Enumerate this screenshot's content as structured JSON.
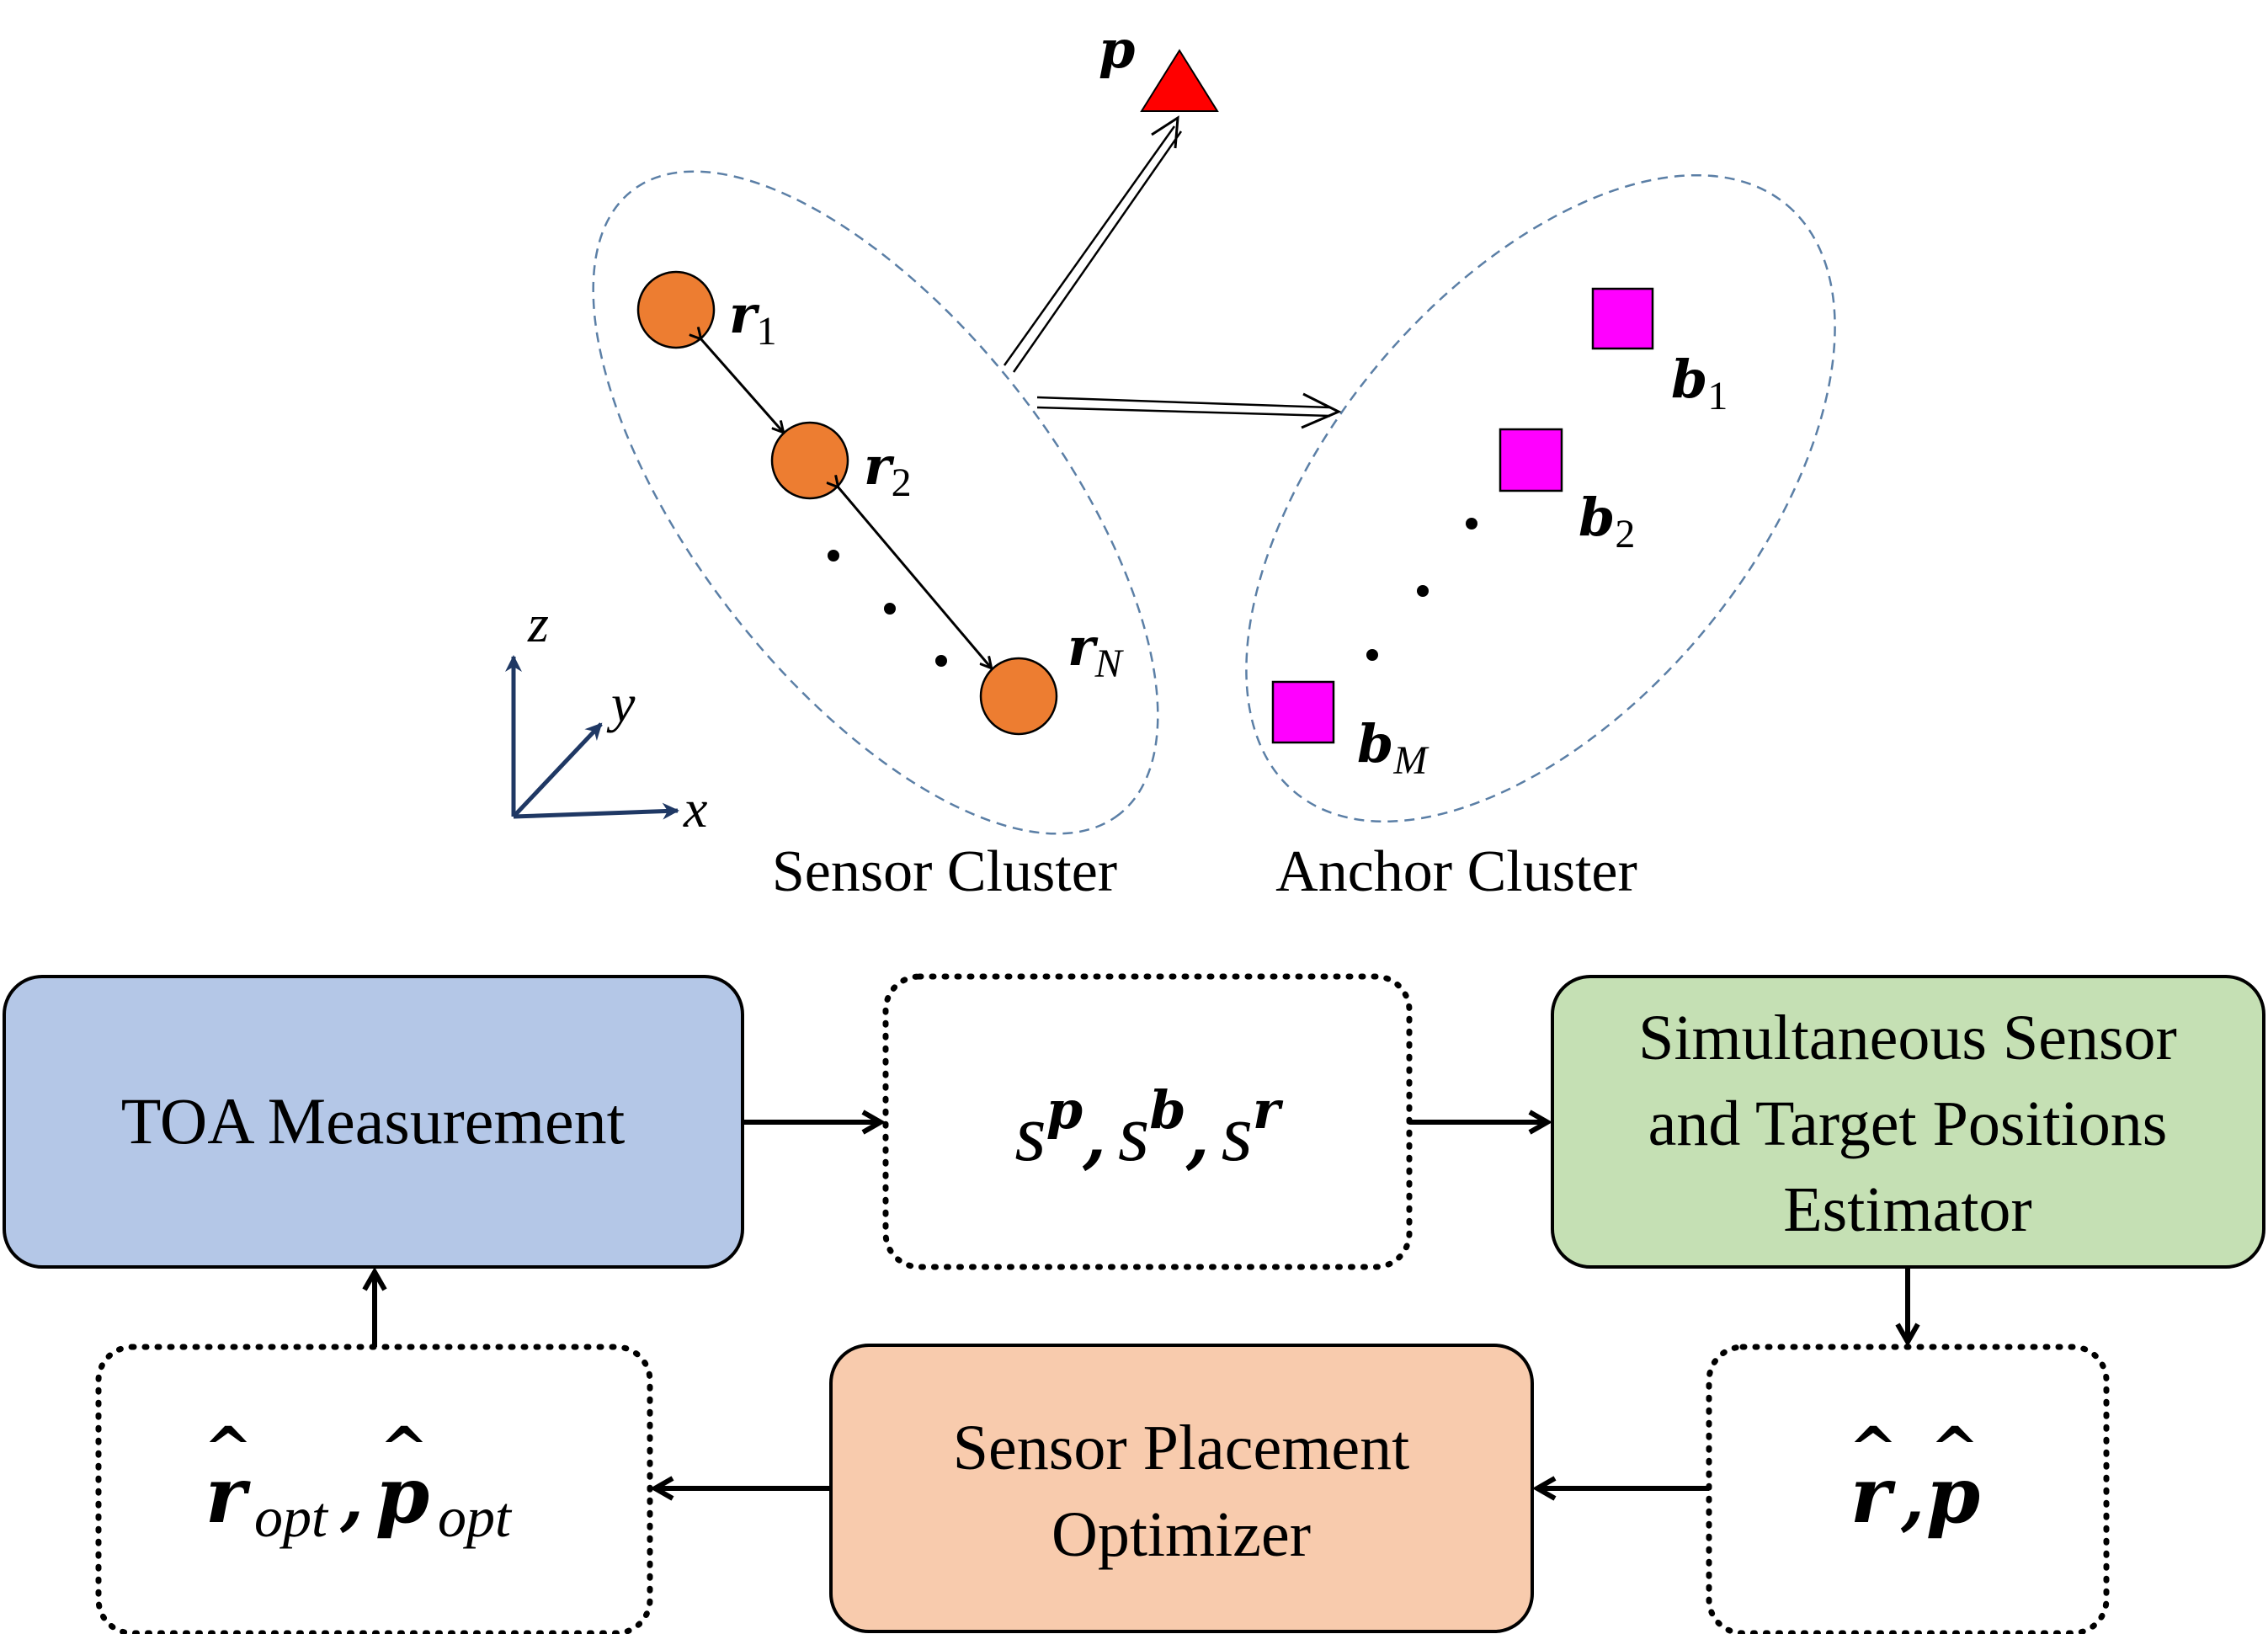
{
  "diagram": {
    "target_label": "p",
    "sensor_labels": [
      {
        "base": "r",
        "sub": "1"
      },
      {
        "base": "r",
        "sub": "2"
      },
      {
        "base": "r",
        "sub": "N"
      }
    ],
    "anchor_labels": [
      {
        "base": "b",
        "sub": "1"
      },
      {
        "base": "b",
        "sub": "2"
      },
      {
        "base": "b",
        "sub": "M"
      }
    ],
    "sensor_cluster_caption": "Sensor Cluster",
    "anchor_cluster_caption": "Anchor Cluster",
    "axes": {
      "x": "x",
      "y": "y",
      "z": "z"
    },
    "colors": {
      "sensor": "#ED7D31",
      "anchor": "#FF00FF",
      "target": "#FF0000",
      "axes": "#1F3864",
      "cluster_outline": "#5B7FA6"
    }
  },
  "flow": {
    "toa_block": "TOA Measurement",
    "measurements": {
      "base": "s",
      "sups": [
        "p",
        "b",
        "r"
      ],
      "sep": ","
    },
    "estimator_block": [
      "Simultaneous Sensor",
      "and Target Positions",
      "Estimator"
    ],
    "estimates": {
      "r": "r",
      "p": "p",
      "hat": "^",
      "sep": ","
    },
    "optimizer_block": [
      "Sensor Placement",
      "Optimizer"
    ],
    "optimized": {
      "r": "r",
      "p": "p",
      "sub": "opt",
      "hat": "^",
      "sep": ","
    },
    "colors": {
      "toa_fill": "#B4C7E7",
      "estimator_fill": "#C5E0B4",
      "optimizer_fill": "#F8CBAD"
    }
  }
}
